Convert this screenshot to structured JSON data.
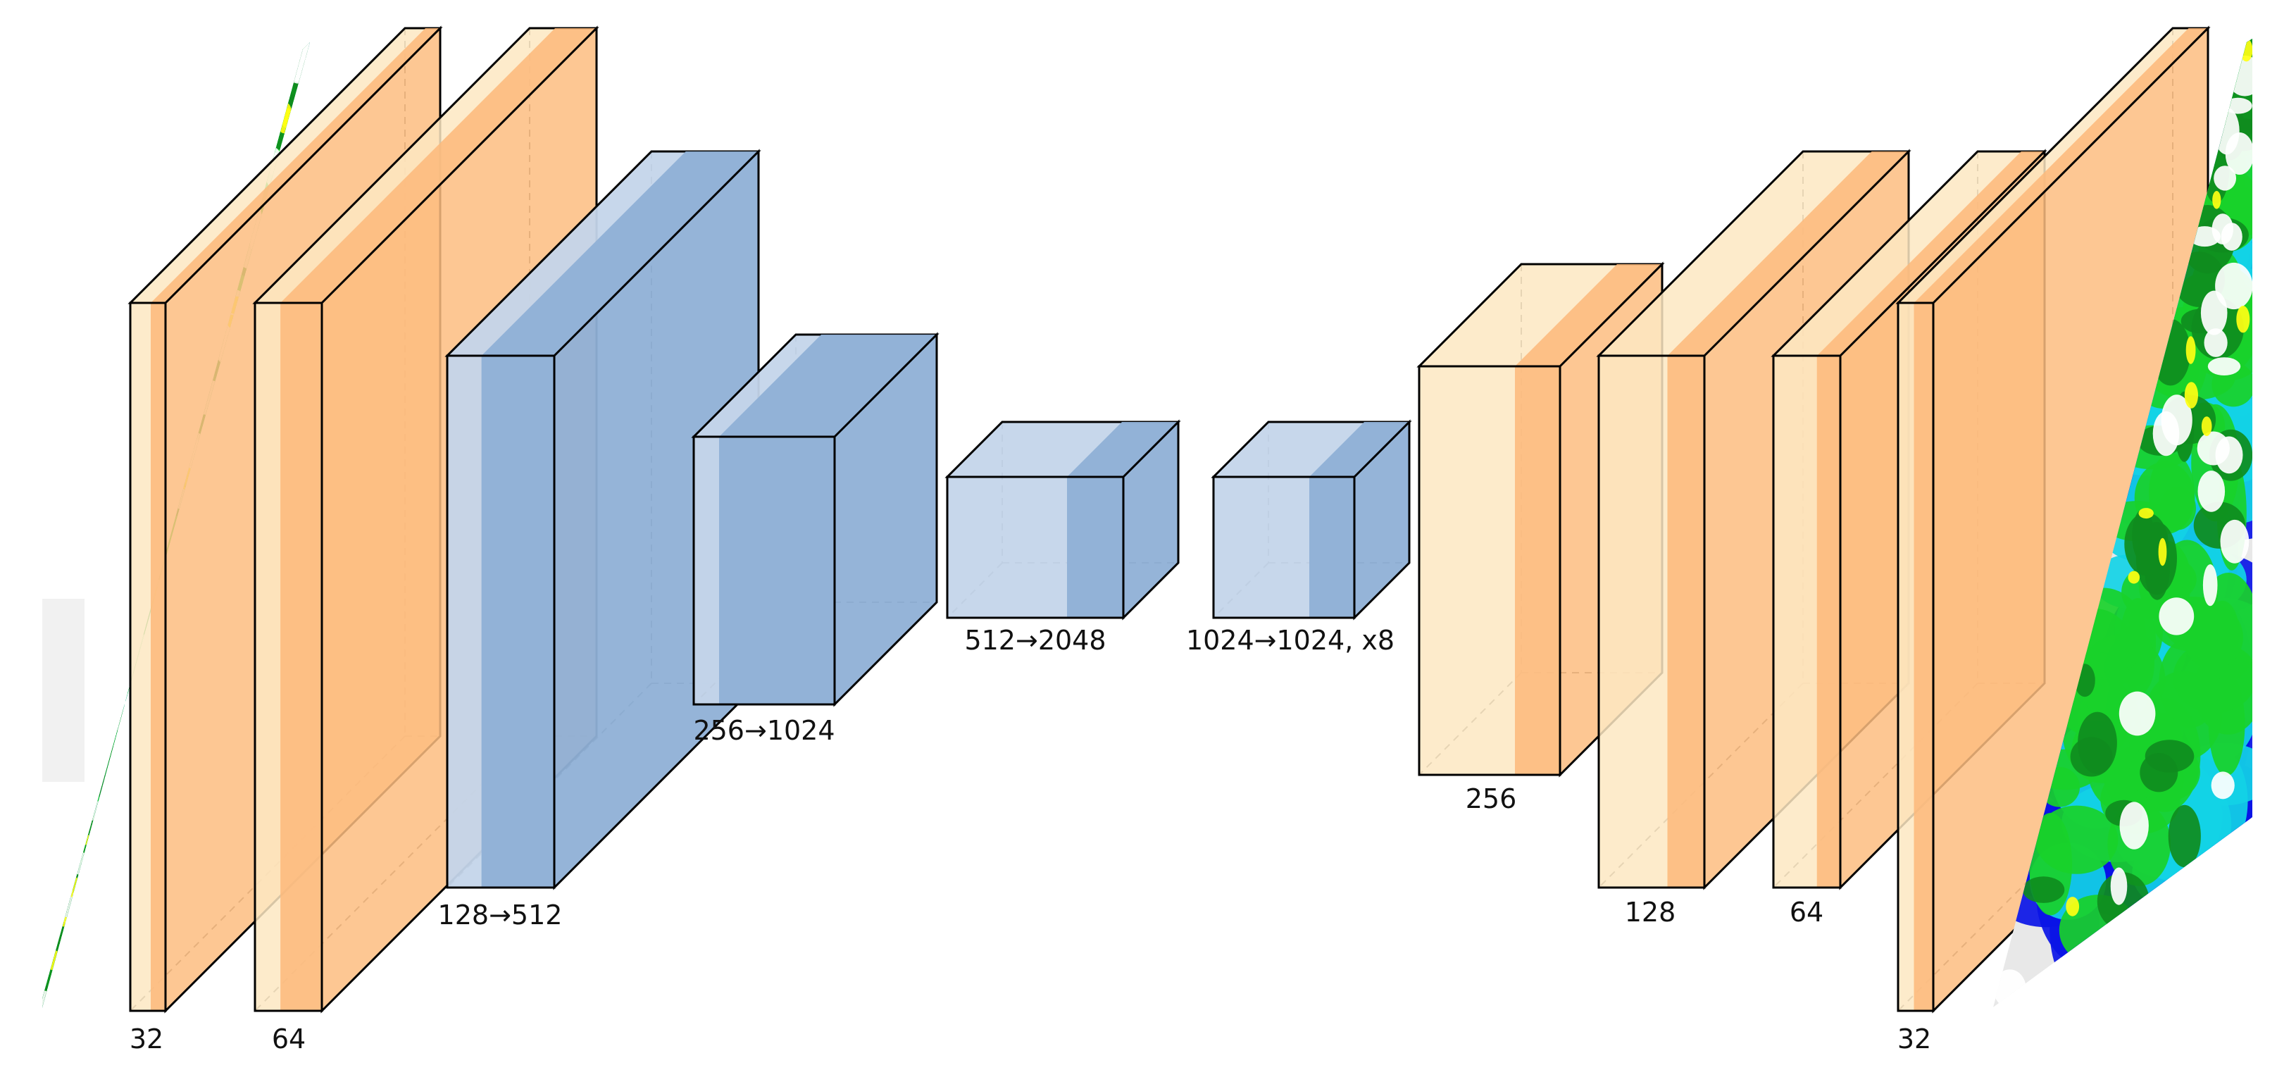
{
  "colors": {
    "encoder_face": "#c4d5ea",
    "encoder_side": "#8fb0d6",
    "encoder_band": "#8fb0d6",
    "decoder_face": "#fde7c2",
    "decoder_side": "#fdbd80",
    "decoder_band": "#fdb97a",
    "edge": "#000000",
    "map_background": "#e8e8e8",
    "map_palette": [
      "#0a14e6",
      "#12d2e6",
      "#19d12a",
      "#0f8c1e",
      "#ffffff",
      "#ffff14"
    ]
  },
  "input_map": {
    "kind": "precipitation-field",
    "position": "left"
  },
  "output_map": {
    "kind": "precipitation-field",
    "position": "right"
  },
  "blocks": [
    {
      "id": "enc-32",
      "stage": "encoder",
      "label": "32"
    },
    {
      "id": "enc-64",
      "stage": "encoder",
      "label": "64"
    },
    {
      "id": "enc-128",
      "stage": "encoder",
      "label": "128→512"
    },
    {
      "id": "enc-256",
      "stage": "encoder",
      "label": "256→1024"
    },
    {
      "id": "enc-512",
      "stage": "encoder",
      "label": "512→2048"
    },
    {
      "id": "bottleneck",
      "stage": "bottleneck",
      "label": "1024→1024, x8"
    },
    {
      "id": "dec-256",
      "stage": "decoder",
      "label": "256"
    },
    {
      "id": "dec-128",
      "stage": "decoder",
      "label": "128"
    },
    {
      "id": "dec-64",
      "stage": "decoder",
      "label": "64"
    },
    {
      "id": "dec-32",
      "stage": "decoder",
      "label": "32"
    }
  ]
}
